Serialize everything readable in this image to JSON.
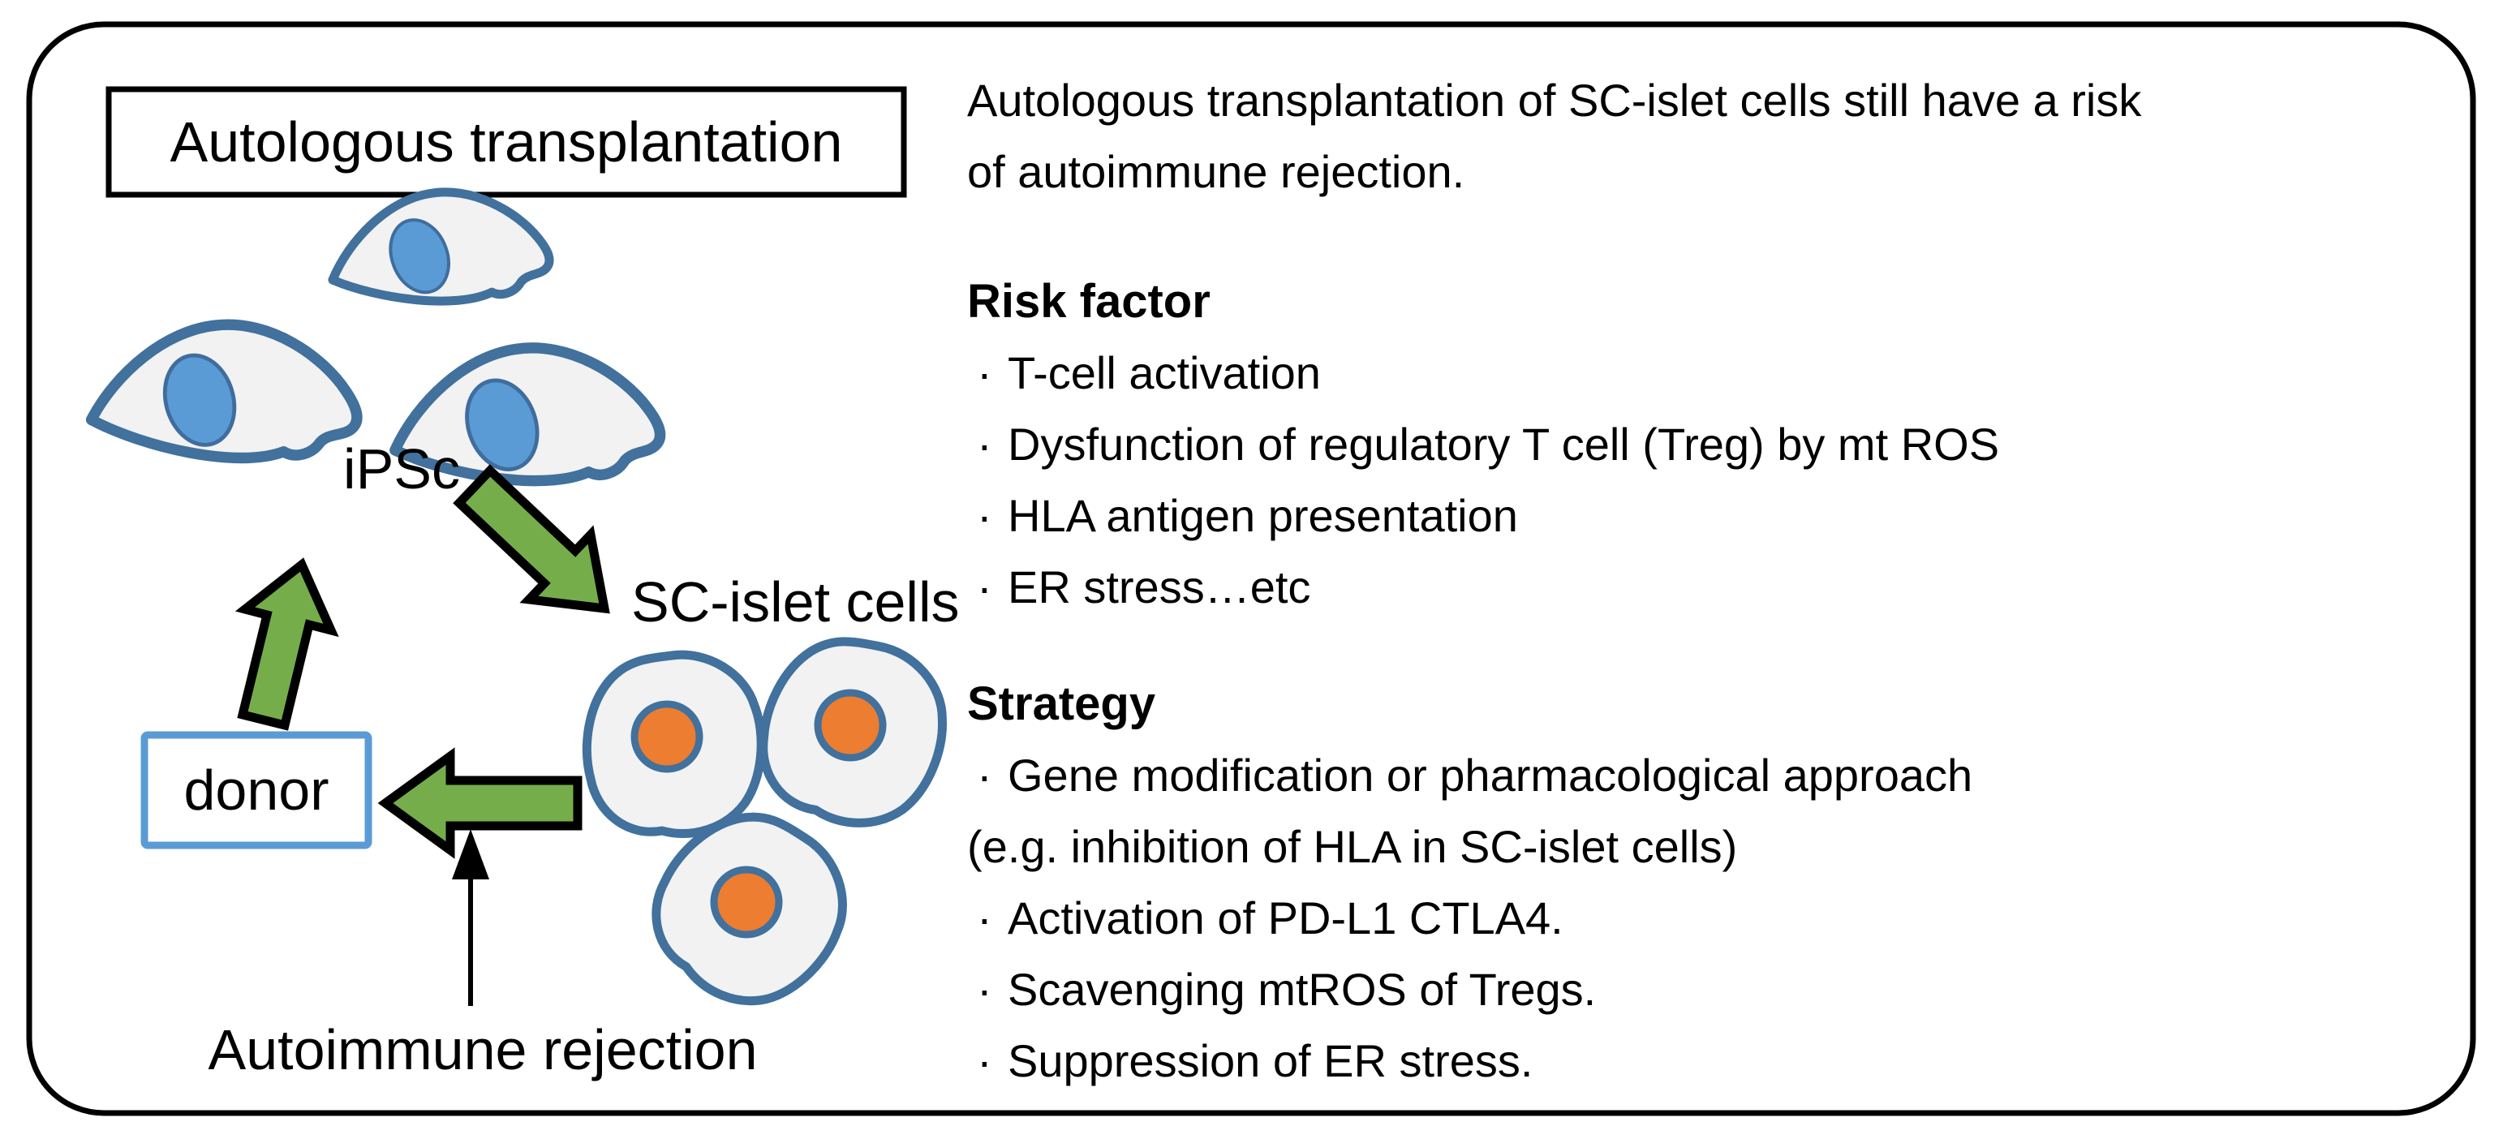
{
  "figure": {
    "title_box_label": "Autologous transplantation",
    "ipsc_label": "iPSc",
    "sc_islet_label": "SC-islet cells",
    "donor_label": "donor",
    "autoimmune_label": "Autoimmune rejection"
  },
  "bullet_char": "·",
  "right_column": {
    "intro_lines": [
      "Autologous transplantation of SC-islet cells still have a risk",
      "of autoimmune rejection."
    ],
    "risk": {
      "heading": "Risk factor",
      "items": [
        "T-cell activation",
        "Dysfunction of regulatory T cell (Treg) by mt ROS",
        "HLA antigen presentation",
        "ER stress…etc"
      ]
    },
    "strategy": {
      "heading": "Strategy",
      "items": [
        "Gene modification or pharmacological approach",
        "Activation of PD-L1 CTLA4.",
        "Scavenging mtROS of Tregs.",
        "Suppression of ER stress."
      ],
      "continuation": "(e.g. inhibition of HLA in SC-islet cells)"
    }
  },
  "colors": {
    "arrow_green": "#76ad4b",
    "cell_outline_blue": "#41719c",
    "nucleus_blue": "#5b9bd5",
    "nucleus_orange": "#ed7d31",
    "cell_fill_gray": "#f2f2f2",
    "donor_border_blue": "#5b9bd5",
    "line_black": "#000000",
    "background": "#ffffff"
  }
}
